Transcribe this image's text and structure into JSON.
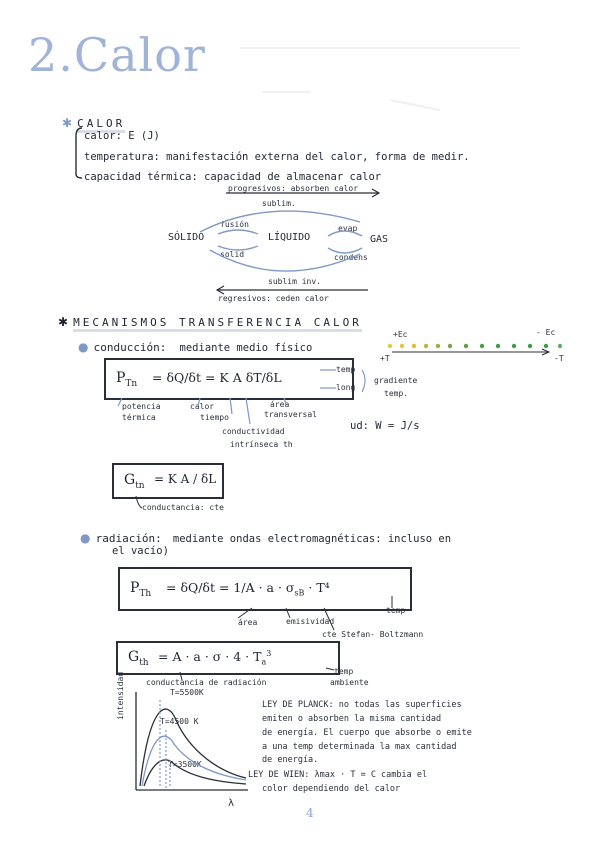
{
  "page": {
    "title": "2.Calor",
    "page_number": "4"
  },
  "calor": {
    "heading": "CALOR",
    "lines": [
      "calor: E (J)",
      "temperatura: manifestación externa del calor, forma de medir.",
      "capacidad térmica: capacidad de almacenar calor"
    ],
    "diagram": {
      "progressive": "progresivos: absorben calor",
      "sublim": "sublim.",
      "solid": "SÓLIDO",
      "liquid": "LÍQUIDO",
      "gas": "GAS",
      "fusion": "fusión",
      "solid_label": "solid",
      "evap": "evap",
      "condens": "condens",
      "sublim_inv": "sublim inv.",
      "regressive": "regresivos: ceden calor"
    }
  },
  "mecanismos": {
    "heading": "MECANISMOS TRANSFERENCIA CALOR",
    "scale_plus_ec": "+Ec",
    "scale_minus_ec": "- Ec",
    "scale_plus_t": "+T",
    "scale_minus_t": "-T",
    "conduccion": {
      "label": "conducción:",
      "desc": "mediante medio físico",
      "eq_lhs": "P",
      "eq_lhs_sub": "Tn",
      "eq_rhs": "= δQ/δt = K A δT/δL",
      "note_temp": "temp",
      "note_long": "long",
      "gradient": "gradiente",
      "gradient2": "temp.",
      "potencia": "potencia",
      "termica": "térmica",
      "calor": "calor",
      "tiempo": "tiempo",
      "area": "área",
      "transversal": "transversal",
      "conductividad": "conductividad",
      "intrinseca": "intrínseca th",
      "units": "ud: W = J/s",
      "g_lhs": "G",
      "g_lhs_sub": "tn",
      "g_rhs": "= K A / δL",
      "g_note": "conductancia: cte"
    },
    "radiacion": {
      "label": "radiación:",
      "desc": "mediante ondas electromagnéticas: incluso en",
      "desc2": "el vacío)",
      "eq_lhs": "P",
      "eq_lhs_sub": "Th",
      "eq_rhs": "= δQ/δt = 1/A · a · σ",
      "eq_sigma_sub": "sB",
      "eq_t4": "· T⁴",
      "note_temp": "temp",
      "area": "área",
      "emisividad": "emisividad",
      "stefan": "cte Stefan- Boltzmann",
      "g_lhs": "G",
      "g_lhs_sub": "th",
      "g_rhs": "= A · a · σ · 4 · T",
      "g_rhs_sub": "a",
      "g_rhs_sup": "3",
      "conductancia": "conductancia de radiación",
      "temp_ambiente": "temp",
      "temp_ambiente2": "ambiente"
    },
    "graph": {
      "ylabel": "intensidad",
      "xlabel": "λ",
      "curves": [
        "T=5500K",
        "T=4500 K",
        "T=3500K"
      ]
    },
    "planck": [
      "LEY DE PLANCK: no todas las superficies",
      "emiten o absorben la misma cantidad",
      "de energía. El cuerpo que absorbe o emite",
      "a una temp determinada la max cantidad",
      "de energía."
    ],
    "wien": [
      "LEY DE WIEN: λmax · T = C  cambia el",
      "color dependiendo del calor"
    ]
  },
  "colors": {
    "title": "#9fb4d6",
    "bullet": "#7f98c4",
    "ink": "#1f2430",
    "scale_yellow": "#e6c63a",
    "scale_green": "#3f9b4a"
  }
}
